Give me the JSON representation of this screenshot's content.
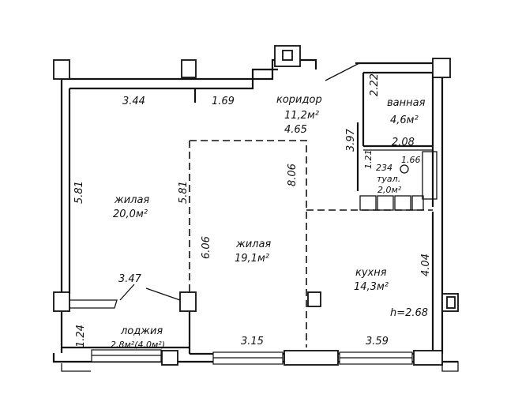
{
  "rooms": {
    "corridor": {
      "name": "коридор",
      "area": "11,2м²"
    },
    "bathroom": {
      "name": "ванная",
      "area": "4,6м²"
    },
    "living_left": {
      "name": "жилая",
      "area": "20,0м²"
    },
    "living_center": {
      "name": "жилая",
      "area": "19,1м²"
    },
    "kitchen": {
      "name": "кухня",
      "area": "14,3м²"
    },
    "toilet": {
      "name": "туал.",
      "area": "2,0м²"
    },
    "loggia": {
      "name": "лоджия",
      "area": "2,8м²(4,0м²)"
    }
  },
  "dimensions": {
    "top_left": "3.44",
    "top_mid": "1.69",
    "corridor_len": "4.65",
    "center_right": "8.06",
    "left_side": "5.81",
    "center_left_top": "5.81",
    "center_left_low": "6.06",
    "loggia_width": "3.47",
    "loggia_depth": "1.24",
    "bottom_center": "3.15",
    "bottom_right": "3.59",
    "kitchen_side": "4.04",
    "bath_top": "2.22",
    "bath_width": "2.08",
    "bath_side": "3.97",
    "toilet_side": "1.21",
    "toilet_top": "1.66",
    "toilet_label_dim": "234",
    "ceiling_height": "h=2.68"
  }
}
